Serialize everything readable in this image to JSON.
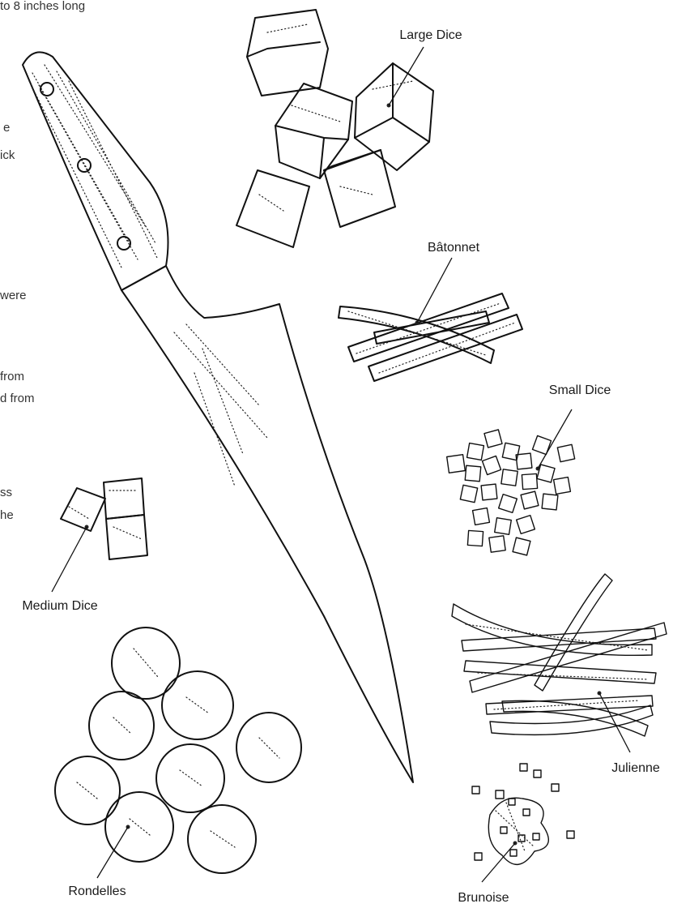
{
  "fragments": {
    "top": "to 8 inches long",
    "f1": "e",
    "f2": "ick",
    "f3": "were",
    "f4": "from",
    "f5": "d from",
    "f6": "ss",
    "f7": "he"
  },
  "labels": {
    "large_dice": "Large Dice",
    "batonnet": "Bâtonnet",
    "small_dice": "Small Dice",
    "medium_dice": "Medium Dice",
    "julienne": "Julienne",
    "rondelles": "Rondelles",
    "brunoise": "Brunoise"
  },
  "colors": {
    "ink": "#111111",
    "text": "#1a1a1a",
    "background": "#ffffff"
  }
}
